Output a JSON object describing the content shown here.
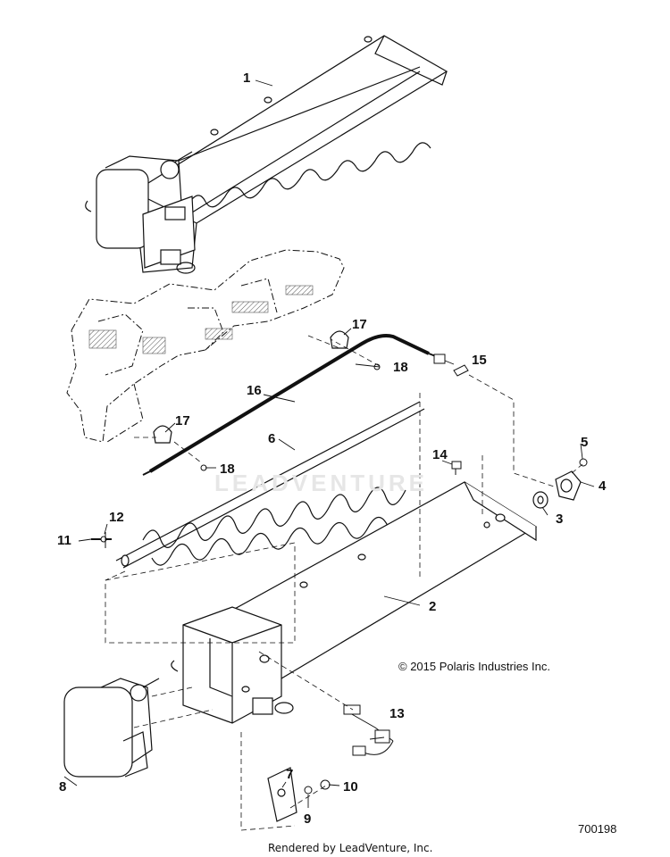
{
  "watermark": "LEADVENTURE",
  "copyright": "© 2015 Polaris Industries Inc.",
  "document_number": "700198",
  "rendered_by": "Rendered by LeadVenture, Inc.",
  "callouts": {
    "c1": "1",
    "c2": "2",
    "c3": "3",
    "c4": "4",
    "c5": "5",
    "c6": "6",
    "c7": "7",
    "c8": "8",
    "c9": "9",
    "c10": "10",
    "c11": "11",
    "c12": "12",
    "c13": "13",
    "c14": "14",
    "c15": "15",
    "c16": "16",
    "c17a": "17",
    "c17b": "17",
    "c18a": "18",
    "c18b": "18"
  },
  "colors": {
    "line": "#111111",
    "hatch": "#555555",
    "watermark": "#e6e6e6"
  }
}
